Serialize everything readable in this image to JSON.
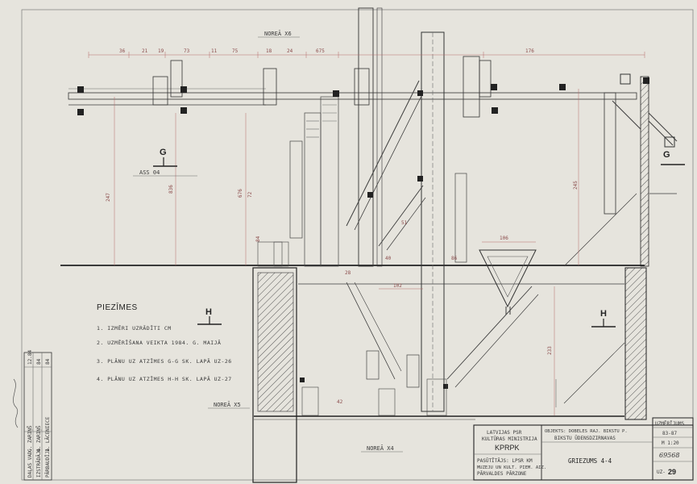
{
  "view_markers": {
    "g_left": "G",
    "g_right": "G",
    "h_left": "H",
    "h_right": "H"
  },
  "level_tags": {
    "x6": "NOREĀ X6",
    "x5": "NOREĀ X5",
    "x4": "NOREĀ X4",
    "ass": "ASS 04"
  },
  "notes": {
    "title": "PIEZĪMES",
    "items": [
      "1. IZMĒRI UZRĀDĪTI CM",
      "2. UZMĒRĪŠANA VEIKTA 1984. G. MAIJĀ",
      "3. PLĀNU UZ ATZĪMES G-G SK. LAPĀ UZ-26",
      "4. PLĀNU UZ ATZĪMES H-H SK. LAPĀ UZ-27"
    ]
  },
  "dimensions": {
    "top": [
      "36",
      "21",
      "19",
      "73",
      "11",
      "75",
      "18",
      "24",
      "675",
      "176"
    ],
    "vertical": [
      "247",
      "836",
      "676",
      "72",
      "84",
      "233",
      "245"
    ],
    "misc": [
      "106",
      "102",
      "28",
      "86",
      "40",
      "51",
      "42"
    ]
  },
  "title_block": {
    "org_line1": "LATVIJAS PSR",
    "org_line2": "KULTŪRAS MINISTRIJA",
    "org_code": "KPRPK",
    "dept_line1": "PASŪTĪTĀJS: LPSR KM",
    "dept_line2": "MUZEJU UN KULT. PIEM. AIZ.",
    "dept_line3": "PĀRVALDES PĀRZONE",
    "object_line1": "OBJEKTS: DOBELES RAJ. BIKSTU P.",
    "object_line2": "BIKSTU ŪDENSDZIRNAVAS",
    "sheet_title": "GRIEZUMS 4-4",
    "type_label": "UZMĒRĪJUMS",
    "year": "83-87",
    "scale": "M 1:20",
    "archive_no": "69568",
    "sheet_prefix": "UZ-",
    "sheet_no": "29"
  },
  "left_stamp": {
    "rows": [
      "DAĻAS VAD.",
      "IZSTRĀDĀJA",
      "PĀRBAUDĪJA"
    ],
    "names": [
      "G. ZARIŅŠ",
      "G. ZARIŅŠ",
      "I. LĀCENIECE"
    ],
    "dates": [
      "12.84",
      "84",
      "84"
    ]
  }
}
